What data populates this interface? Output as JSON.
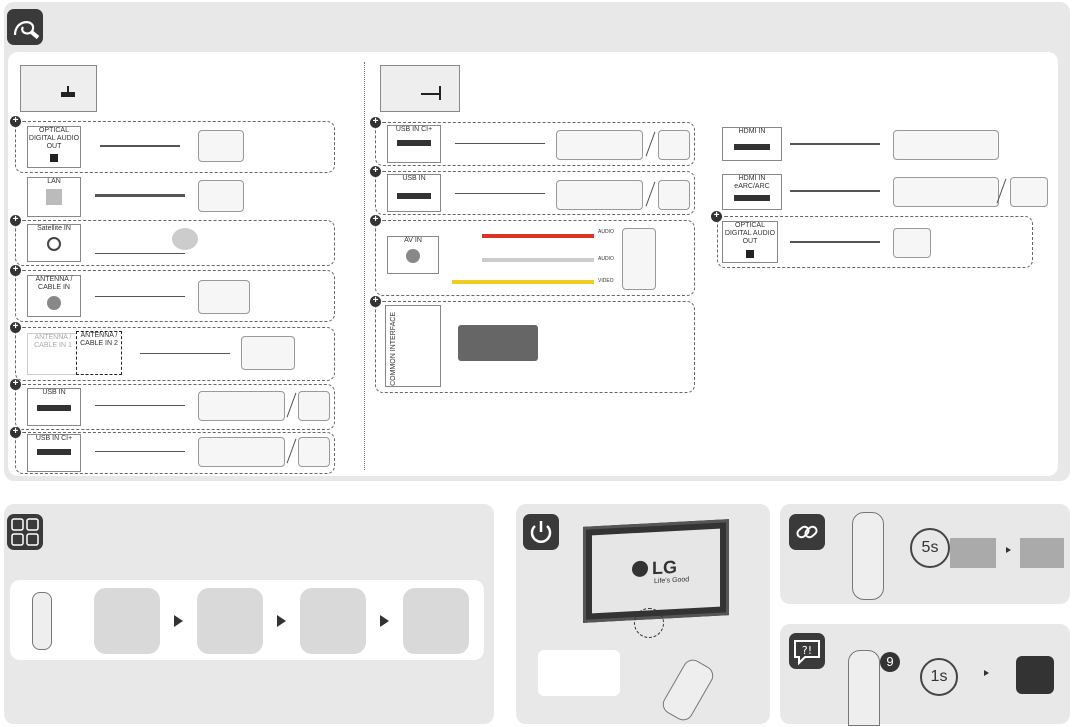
{
  "rear_ports_left": [
    {
      "label": "OPTICAL DIGITAL AUDIO OUT"
    },
    {
      "label": "LAN"
    },
    {
      "label": "Satellite IN"
    },
    {
      "label": "ANTENNA / CABLE IN"
    },
    {
      "label_a": "ANTENNA / CABLE IN 1",
      "label_b": "ANTENNA / CABLE IN 2"
    },
    {
      "label": "USB IN"
    },
    {
      "label": "USB IN CI+"
    }
  ],
  "rear_ports_middle": [
    {
      "label": "USB IN CI+"
    },
    {
      "label": "USB IN"
    },
    {
      "label": "AV IN",
      "jacks": [
        "AUDIO",
        "AUDIO",
        "VIDEO"
      ]
    },
    {
      "label": "COMMON INTERFACE"
    }
  ],
  "side_ports_right": [
    {
      "label": "HDMI IN"
    },
    {
      "label": "HDMI IN eARC/ARC"
    },
    {
      "label": "OPTICAL DIGITAL AUDIO OUT"
    }
  ],
  "tv": {
    "brand": "LG",
    "slogan": "Life's Good"
  },
  "timers": {
    "pairing": "5s",
    "help": "1s"
  },
  "steps": {
    "help_button": "9"
  },
  "icons": [
    "cable-icon",
    "battery-icon",
    "power-icon",
    "link-icon",
    "help-icon"
  ]
}
